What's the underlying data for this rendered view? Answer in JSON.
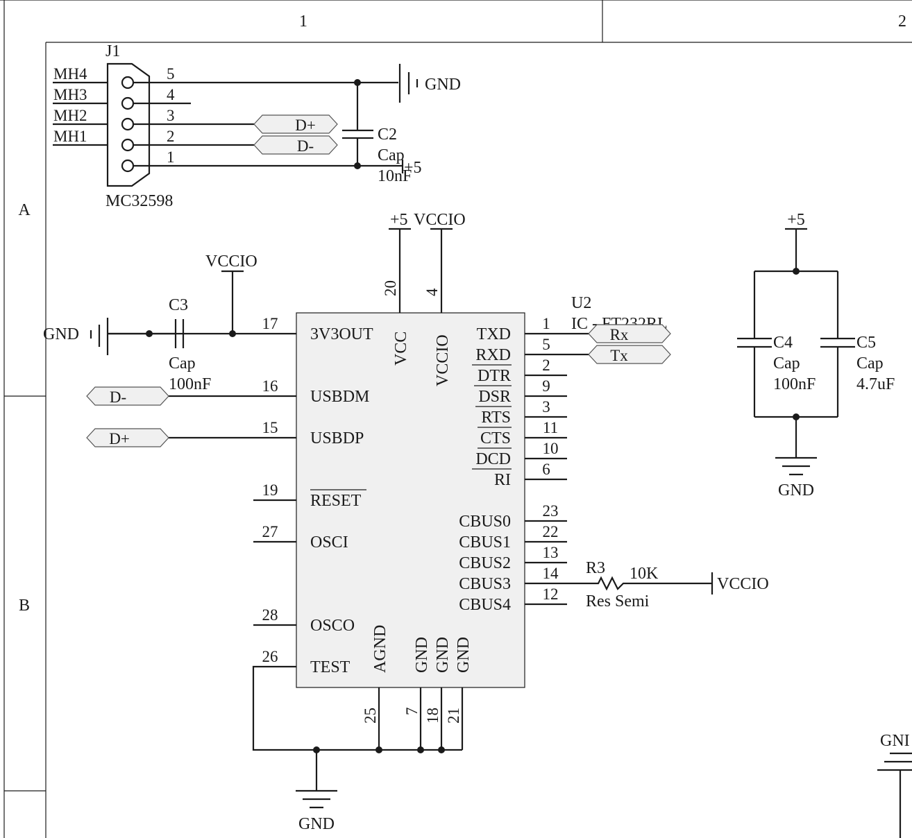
{
  "frame": {
    "col_labels": [
      "1",
      "2"
    ],
    "row_labels": [
      "A",
      "B"
    ]
  },
  "j1": {
    "designator": "J1",
    "part": "MC32598",
    "mounting": [
      "MH4",
      "MH3",
      "MH2",
      "MH1"
    ],
    "pins": [
      "5",
      "4",
      "3",
      "2",
      "1"
    ]
  },
  "c2": {
    "designator": "C2",
    "type": "Cap",
    "value": "10nF"
  },
  "c3": {
    "designator": "C3",
    "type": "Cap",
    "value": "100nF"
  },
  "c4": {
    "designator": "C4",
    "type": "Cap",
    "value": "100nF"
  },
  "c5": {
    "designator": "C5",
    "type": "Cap",
    "value": "4.7uF"
  },
  "r3": {
    "designator": "R3",
    "value": "10K",
    "type": "Res Semi"
  },
  "u2": {
    "designator": "U2",
    "part": "IC - FT232RL",
    "left_pins": [
      {
        "num": "17",
        "name": "3V3OUT"
      },
      {
        "num": "16",
        "name": "USBDM"
      },
      {
        "num": "15",
        "name": "USBDP"
      },
      {
        "num": "19",
        "name": "RESET"
      },
      {
        "num": "27",
        "name": "OSCI"
      },
      {
        "num": "28",
        "name": "OSCO"
      },
      {
        "num": "26",
        "name": "TEST"
      }
    ],
    "right_pins": [
      {
        "num": "1",
        "name": "TXD"
      },
      {
        "num": "5",
        "name": "RXD"
      },
      {
        "num": "2",
        "name": "DTR"
      },
      {
        "num": "9",
        "name": "DSR"
      },
      {
        "num": "3",
        "name": "RTS"
      },
      {
        "num": "11",
        "name": "CTS"
      },
      {
        "num": "10",
        "name": "DCD"
      },
      {
        "num": "6",
        "name": "RI"
      },
      {
        "num": "23",
        "name": "CBUS0"
      },
      {
        "num": "22",
        "name": "CBUS1"
      },
      {
        "num": "13",
        "name": "CBUS2"
      },
      {
        "num": "14",
        "name": "CBUS3"
      },
      {
        "num": "12",
        "name": "CBUS4"
      }
    ],
    "top_pins": [
      {
        "num": "20",
        "name": "VCC"
      },
      {
        "num": "4",
        "name": "VCCIO"
      }
    ],
    "bottom_pins": [
      {
        "num": "25",
        "name": "AGND"
      },
      {
        "num": "7",
        "name": "GND"
      },
      {
        "num": "18",
        "name": "GND"
      },
      {
        "num": "21",
        "name": "GND"
      }
    ]
  },
  "nets": {
    "gnd": "GND",
    "gnd_partial": "GNI",
    "vccio": "VCCIO",
    "p5": "+5",
    "d_plus": "D+",
    "d_minus": "D-",
    "rx": "Rx",
    "tx": "Tx"
  },
  "colors": {
    "wire": "#1a1a1a",
    "ic_fill": "#f0f0f0",
    "port_fill": "#f0f0f0"
  }
}
